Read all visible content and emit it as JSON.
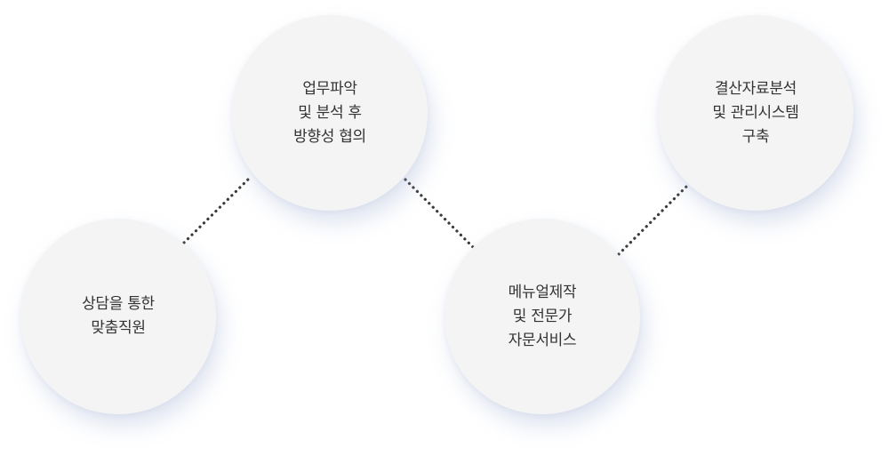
{
  "steps": [
    {
      "lines": [
        "상담을 통한",
        "맞춤직원"
      ]
    },
    {
      "lines": [
        "업무파악",
        "및 분석 후",
        "방향성 협의"
      ]
    },
    {
      "lines": [
        "메뉴얼제작",
        "및 전문가",
        "자문서비스"
      ]
    },
    {
      "lines": [
        "결산자료분석",
        "및 관리시스템",
        "구축"
      ]
    }
  ]
}
